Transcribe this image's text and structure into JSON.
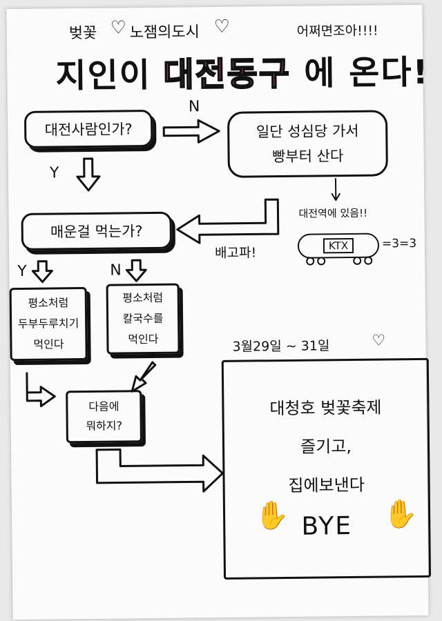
{
  "header": {
    "subtitle_left": "벚꽃",
    "subtitle_mid": "노잼의도시",
    "subtitle_right": "어쩌면조아!!!!",
    "title_part1": "지인이",
    "title_highlight": "대전동구",
    "title_part2": "에 온다!"
  },
  "nodes": {
    "q1": "대전사람인가?",
    "q1_yes": "Y",
    "q1_no": "N",
    "a_bakery_line1": "일단 성심당 가서",
    "a_bakery_line2": "빵부터 산다",
    "station_note": "대전역에 있음!!",
    "ktx_label": "KTX",
    "ktx_sound": "=3=3",
    "hungry_label": "배고파!",
    "q2": "매운걸 먹는가?",
    "q2_yes": "Y",
    "q2_no": "N",
    "a_spicy_line1": "평소처럼",
    "a_spicy_line2": "두부두루치기",
    "a_spicy_line3": "먹인다",
    "a_mild_line1": "평소처럼",
    "a_mild_line2": "칼국수를",
    "a_mild_line3": "먹인다",
    "q3_line1": "다음에",
    "q3_line2": "뭐하지?",
    "date_label": "3월29일 ~ 31일",
    "final_line1": "대청호 벚꽃축제",
    "final_line2": "즐기고,",
    "final_line3": "집에보낸다",
    "final_bye": "BYE"
  },
  "colors": {
    "ink": "#111111",
    "highlight_pink": "#f08a9a",
    "paper": "#fbfbfb"
  }
}
